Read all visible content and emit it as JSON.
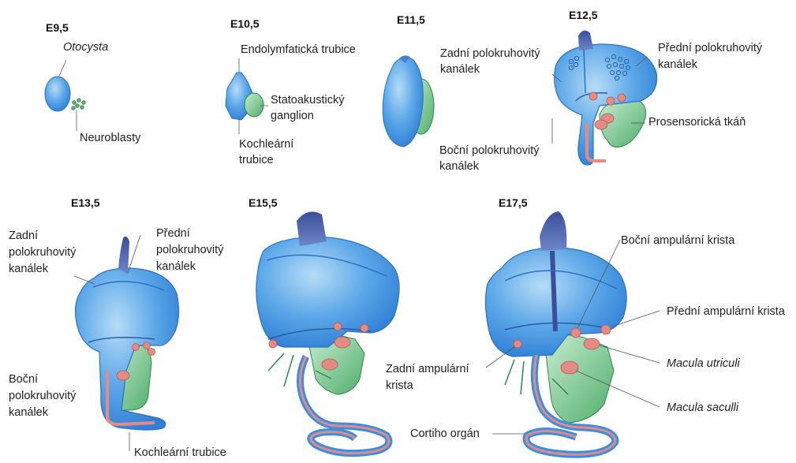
{
  "stages": {
    "e95": "E9,5",
    "e105": "E10,5",
    "e115": "E11,5",
    "e125": "E12,5",
    "e135": "E13,5",
    "e155": "E15,5",
    "e175": "E17,5"
  },
  "labels": {
    "otocysta": "Otocysta",
    "neuroblasty": "Neuroblasty",
    "endolymf": "Endolymfatická trubice",
    "statoak_1": "Statoakustický",
    "statoak_2": "ganglion",
    "kochl_105_1": "Kochleární",
    "kochl_105_2": "trubice",
    "e125_zadni_1": "Zadní polokruhovitý",
    "e125_zadni_2": "kanálek",
    "e125_predni_1": "Přední polokruhovitý",
    "e125_predni_2": "kanálek",
    "e125_prosens": "Prosensorická tkáň",
    "e125_bocni_1": "Boční polokruhovitý",
    "e125_bocni_2": "kanálek",
    "e135_zadni_1": "Zadní",
    "e135_zadni_2": "polokruhovitý",
    "e135_zadni_3": "kanálek",
    "e135_predni_1": "Přední",
    "e135_predni_2": "polokruhovitý",
    "e135_predni_3": "kanálek",
    "e135_bocni_1": "Boční",
    "e135_bocni_2": "polokruhovitý",
    "e135_bocni_3": "kanálek",
    "e135_kochl": "Kochleární trubice",
    "e175_bocni_ampul": "Boční ampulární krista",
    "e175_predni_ampul": "Přední ampulární krista",
    "e175_utriculi": "Macula utriculi",
    "e175_zadni_ampul_1": "Zadní ampulární",
    "e175_zadni_ampul_2": "krista",
    "e175_sacculi": "Macula saculli",
    "e175_corti": "Cortiho orgán"
  },
  "colors": {
    "epithelium_blue": "#3b8ee0",
    "epithelium_light": "#8cc4f2",
    "endolymph_dark": "#4a62a8",
    "ganglion_green": "#5fb87a",
    "ganglion_light": "#a8dcb2",
    "sensory_pink": "#e58b86",
    "outline": "#1e5aa6"
  }
}
